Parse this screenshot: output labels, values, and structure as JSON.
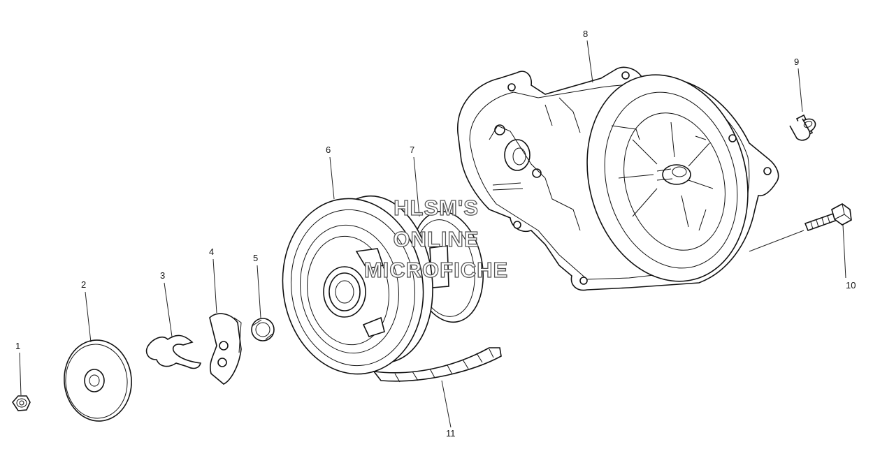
{
  "callouts": [
    "1",
    "2",
    "3",
    "4",
    "5",
    "6",
    "7",
    "8",
    "9",
    "10",
    "11"
  ],
  "watermark": {
    "line1": "HLSM'S",
    "line2": "ONLINE",
    "line3": "MICROFICHE"
  }
}
